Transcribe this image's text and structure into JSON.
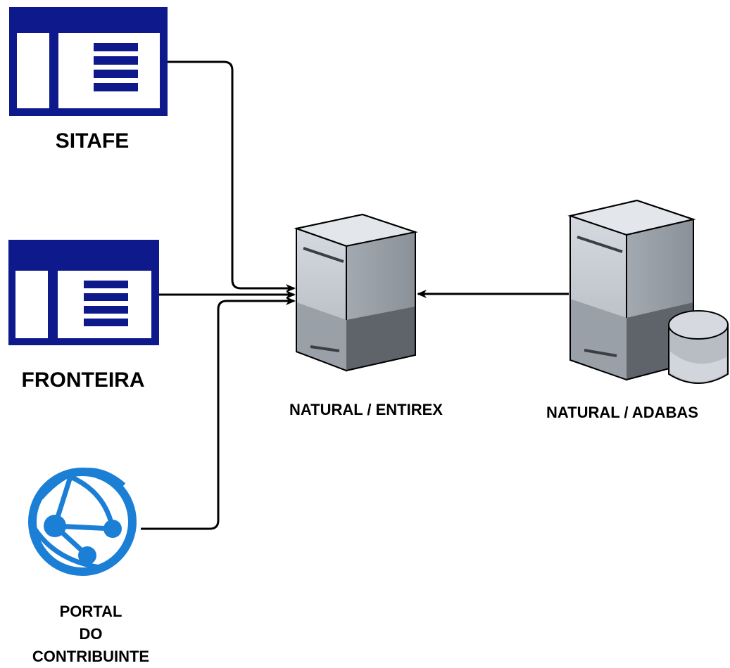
{
  "nodes": {
    "sitafe": {
      "label": "SITAFE",
      "icon": "application-window-icon"
    },
    "fronteira": {
      "label": "FRONTEIRA",
      "icon": "application-window-icon"
    },
    "portal": {
      "label_lines": [
        "PORTAL",
        "DO",
        "CONTRIBUINTE"
      ],
      "icon": "web-globe-icon"
    },
    "entirex": {
      "label": "NATURAL / ENTIREX",
      "icon": "server-icon"
    },
    "adabas": {
      "label": "NATURAL / ADABAS",
      "icon": "server-database-icon"
    }
  },
  "edges": [
    {
      "from": "sitafe",
      "to": "entirex"
    },
    {
      "from": "fronteira",
      "to": "entirex"
    },
    {
      "from": "portal",
      "to": "entirex"
    },
    {
      "from": "adabas",
      "to": "entirex"
    }
  ],
  "colors": {
    "app_blue": "#0e1a8c",
    "globe_blue": "#1b7fd6",
    "server_light": "#c2c7cf",
    "server_mid": "#9aa0a7",
    "server_dark": "#5e646a",
    "line": "#000000"
  }
}
